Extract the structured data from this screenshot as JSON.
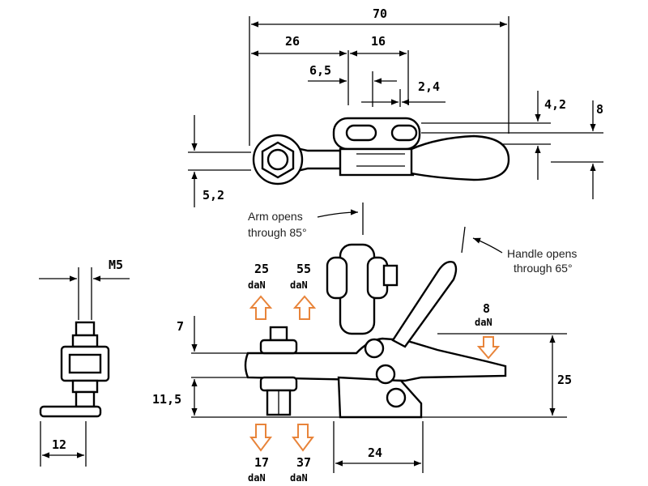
{
  "dimensions": {
    "overall_length": "70",
    "d26": "26",
    "d16": "16",
    "d6_5": "6,5",
    "d2_4": "2,4",
    "d4_2": "4,2",
    "d8": "8",
    "d5_2": "5,2",
    "thread": "M5",
    "d7": "7",
    "d11_5": "11,5",
    "d12": "12",
    "d24": "24",
    "d25": "25"
  },
  "annotations": {
    "arm_line1": "Arm opens",
    "arm_line2": "through 85°",
    "handle_line1": "Handle opens",
    "handle_line2": "through 65°"
  },
  "forces": {
    "unit": "daN",
    "top_left": "25",
    "top_right": "55",
    "handle": "8",
    "bottom_left": "17",
    "bottom_right": "37"
  },
  "colors": {
    "line": "#000000",
    "force_arrow": "#e8843a"
  }
}
